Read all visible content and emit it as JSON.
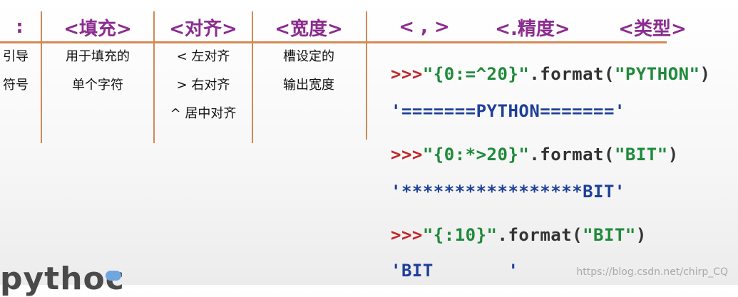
{
  "headers": {
    "colon": ":",
    "fill": "<填充>",
    "align": "<对齐>",
    "width": "<宽度>",
    "comma": "< , >",
    "precision": "<.精度>",
    "type": "<类型>"
  },
  "columns": {
    "col1": [
      "引导",
      "符号"
    ],
    "col2": [
      "用于填充的",
      "单个字符"
    ],
    "col3": [
      "< 左对齐",
      "> 右对齐",
      "^ 居中对齐"
    ],
    "col4": [
      "槽设定的",
      "输出宽度"
    ]
  },
  "examples": [
    {
      "prompt": ">>>",
      "str": "\"{0:=^20}\"",
      "mid": ".format(",
      "arg": "\"PYTHON\"",
      "end": ")",
      "output": "'=======PYTHON======='"
    },
    {
      "prompt": ">>>",
      "str": "\"{0:*>20}\"",
      "mid": ".format(",
      "arg": "\"BIT\"",
      "end": ")",
      "output": "'*****************BIT'"
    },
    {
      "prompt": ">>>",
      "str": "\"{:10}\"",
      "mid": ".format(",
      "arg": "\"BIT\"",
      "end": ")",
      "output": "'BIT       '"
    }
  ],
  "watermark": "https://blog.csdn.net/chirp_CQ",
  "logo_text": "pythoc"
}
